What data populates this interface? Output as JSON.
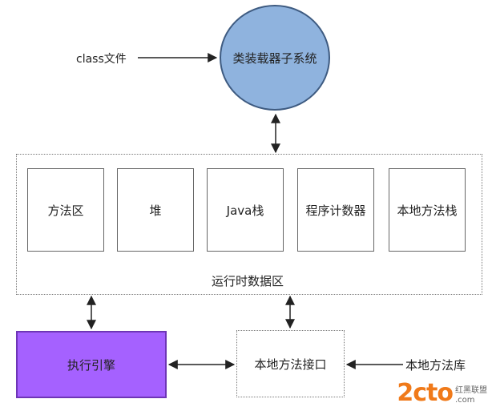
{
  "diagram": {
    "class_file_label": "class文件",
    "class_loader": "类装载器子系统",
    "runtime_area": {
      "label": "运行时数据区",
      "boxes": [
        "方法区",
        "堆",
        "Java栈",
        "程序计数器",
        "本地方法栈"
      ]
    },
    "execution_engine": "执行引擎",
    "native_interface": "本地方法接口",
    "native_library": "本地方法库"
  },
  "colors": {
    "class_loader_fill": "#8fb3de",
    "execution_engine_fill": "#a561ff",
    "watermark": "#f07a1a"
  },
  "watermark": {
    "main": "2cto",
    "side_top": "红黑联盟",
    "side_bottom": ".com"
  }
}
